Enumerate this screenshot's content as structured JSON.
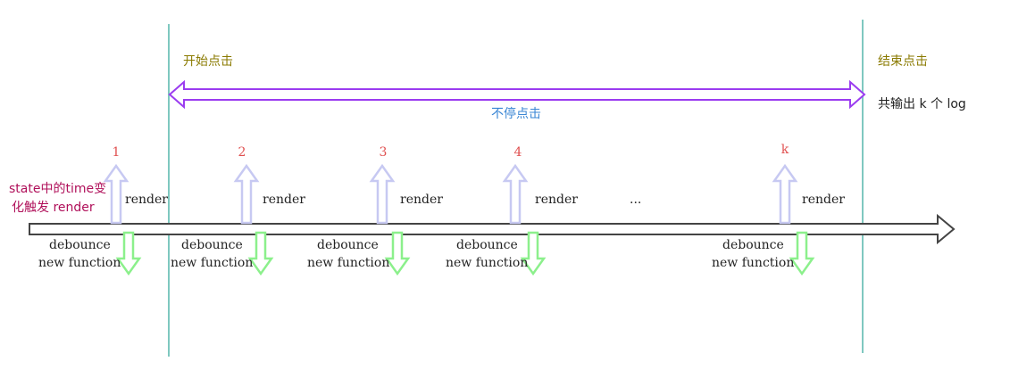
{
  "colors": {
    "vline": "#7fc8c0",
    "purple": "#9b3cf0",
    "blue_text": "#3a86d4",
    "olive_text": "#8a7a00",
    "red_num": "#e05050",
    "magenta_text": "#b0105a",
    "up_arrow": "#c7c9f2",
    "down_arrow": "#8cf08c",
    "timeline": "#444444"
  },
  "labels": {
    "start_click": "开始点击",
    "end_click": "结束点击",
    "continuous_click": "不停点击",
    "total_log": "共输出 k 个 log",
    "state_change_line1": "state中的time变",
    "state_change_line2": "化触发 render",
    "ellipsis": "..."
  },
  "events": [
    {
      "num": "1",
      "render": "render",
      "debounce": "debounce",
      "newfn": "new function"
    },
    {
      "num": "2",
      "render": "render",
      "debounce": "debounce",
      "newfn": "new function"
    },
    {
      "num": "3",
      "render": "render",
      "debounce": "debounce",
      "newfn": "new function"
    },
    {
      "num": "4",
      "render": "render",
      "debounce": "debounce",
      "newfn": "new function"
    },
    {
      "num": "k",
      "render": "render",
      "debounce": "debounce",
      "newfn": "new function"
    }
  ]
}
